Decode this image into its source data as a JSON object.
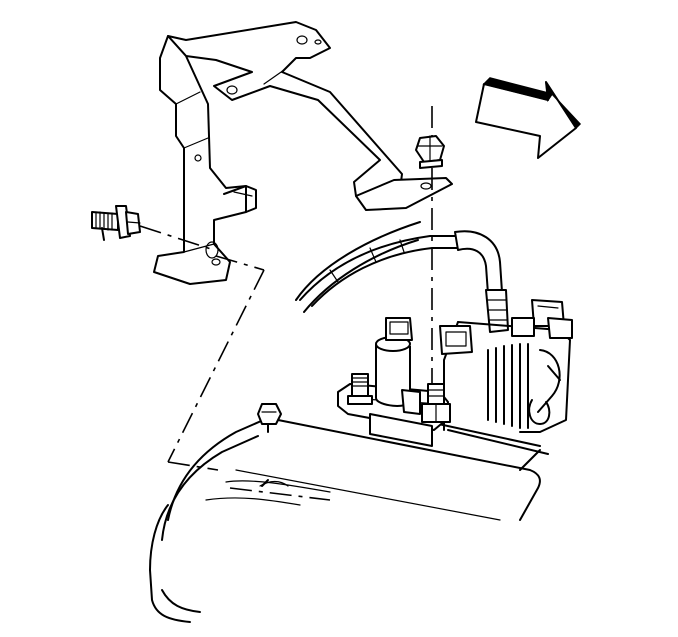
{
  "diagram": {
    "components": [
      "mounting-bracket",
      "bracket-bolt",
      "nut",
      "ignition-coil-assembly",
      "spark-plug-wire",
      "engine-cover",
      "direction-arrow"
    ],
    "colors": {
      "ink": "#000000",
      "background": "#ffffff"
    }
  }
}
